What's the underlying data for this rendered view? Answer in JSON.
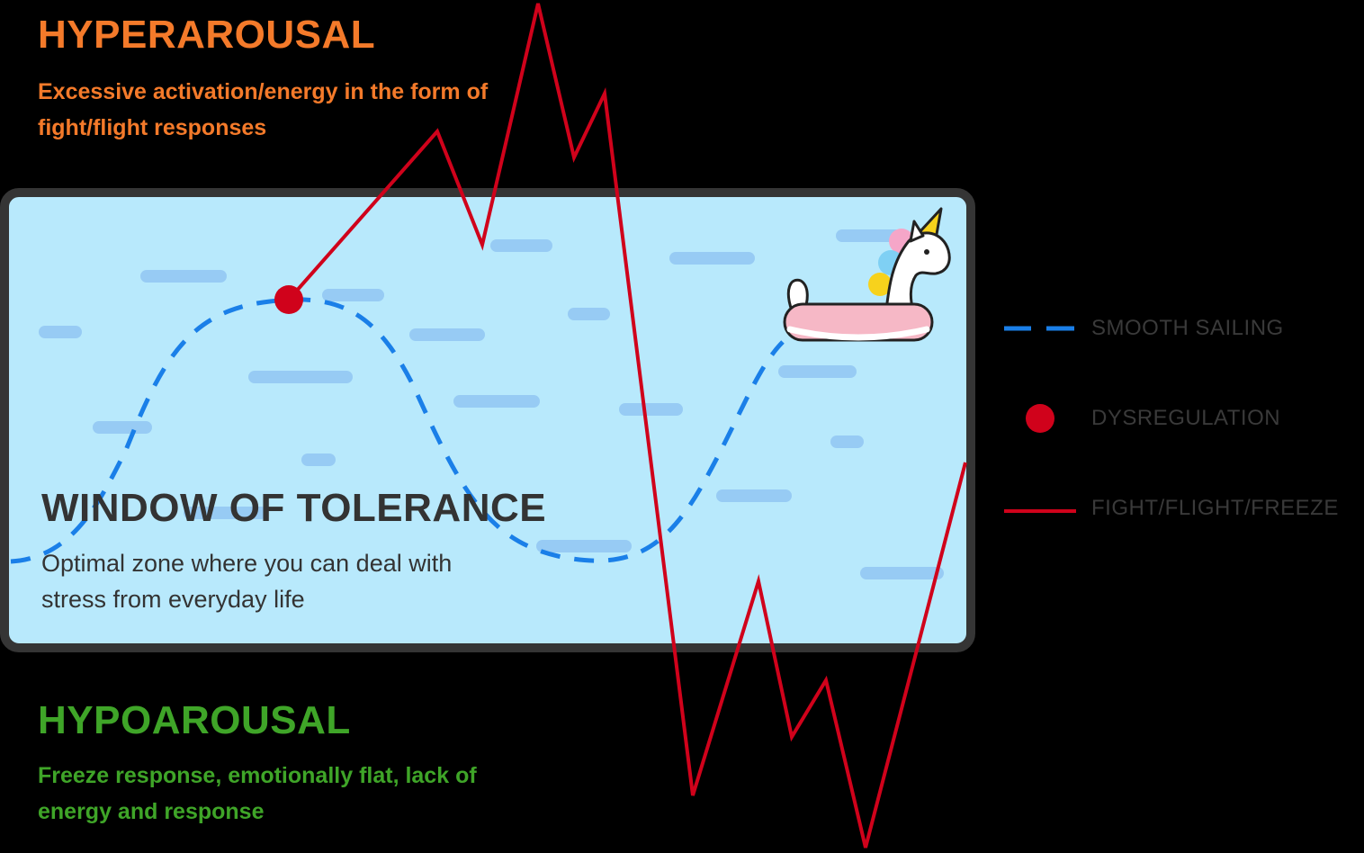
{
  "hyperarousal": {
    "title": "HYPERAROUSAL",
    "description": "Excessive activation/energy in the form of fight/flight responses"
  },
  "window": {
    "title": "WINDOW OF TOLERANCE",
    "description": "Optimal zone where you can deal with stress from everyday life"
  },
  "hypoarousal": {
    "title": "HYPOAROUSAL",
    "description": "Freeze response, emotionally flat, lack of energy and response"
  },
  "legend": {
    "smooth": "SMOOTH SAILING",
    "dysregulation": "DYSREGULATION",
    "fight": "FIGHT/FLIGHT/FREEZE"
  },
  "colors": {
    "background": "#000000",
    "zone_fill": "#b8e9fc",
    "zone_border": "#353535",
    "water_dash": "#97cbf4",
    "smooth_line": "#1a7fe8",
    "fight_line": "#d0021b",
    "hyper_text": "#f47a2a",
    "hypo_text": "#3fa528",
    "body_text": "#333333"
  },
  "icons": {
    "float": "unicorn-float-icon"
  }
}
